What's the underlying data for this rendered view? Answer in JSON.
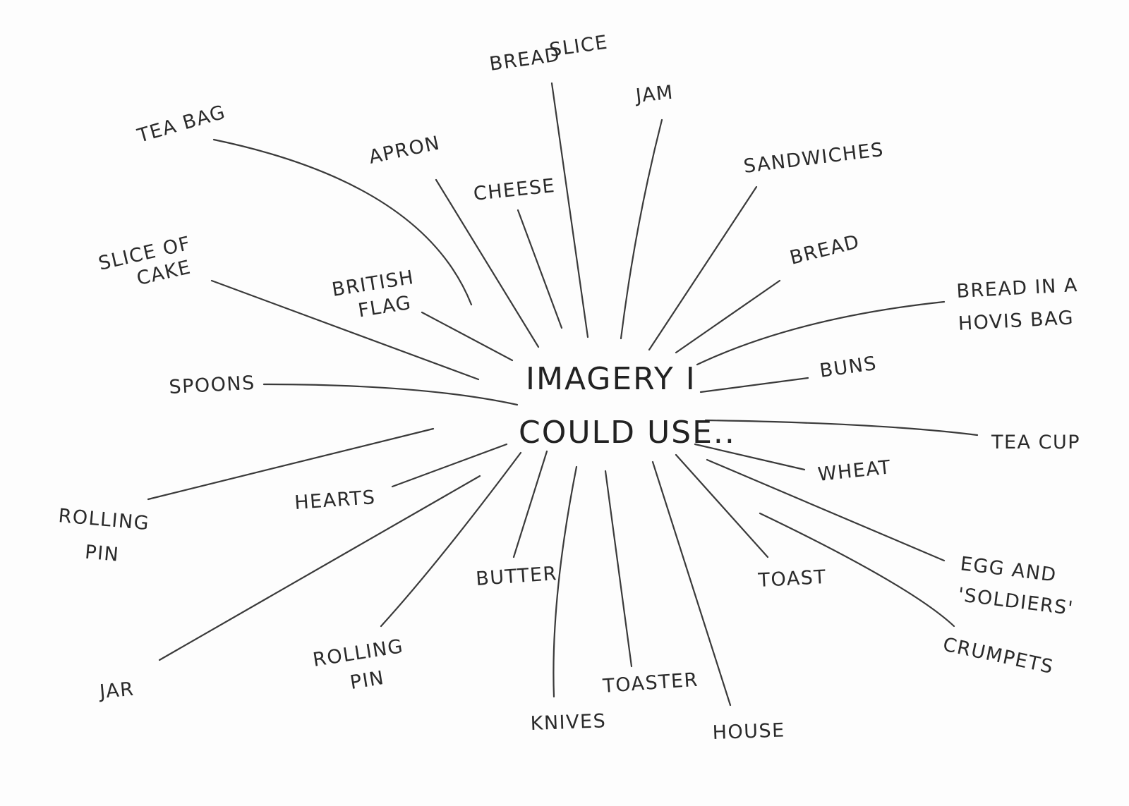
{
  "center": {
    "line1": "IMAGERY I",
    "line2": "COULD USE.."
  },
  "ideas": [
    {
      "id": "bread-slice",
      "lines": [
        "BREAD",
        "SLICE"
      ]
    },
    {
      "id": "jam",
      "lines": [
        "JAM"
      ]
    },
    {
      "id": "tea-bag",
      "lines": [
        "TEA BAG"
      ]
    },
    {
      "id": "apron",
      "lines": [
        "APRON"
      ]
    },
    {
      "id": "cheese",
      "lines": [
        "CHEESE"
      ]
    },
    {
      "id": "sandwiches",
      "lines": [
        "SANDWICHES"
      ]
    },
    {
      "id": "slice-of-cake",
      "lines": [
        "SLICE OF",
        "CAKE"
      ]
    },
    {
      "id": "british-flag",
      "lines": [
        "BRITISH",
        "FLAG"
      ]
    },
    {
      "id": "bread",
      "lines": [
        "BREAD"
      ]
    },
    {
      "id": "bread-in-a-hovis-bag",
      "lines": [
        "BREAD IN A",
        "HOVIS BAG"
      ]
    },
    {
      "id": "buns",
      "lines": [
        "BUNS"
      ]
    },
    {
      "id": "spoons",
      "lines": [
        "SPOONS"
      ]
    },
    {
      "id": "tea-cup",
      "lines": [
        "TEA CUP"
      ]
    },
    {
      "id": "wheat",
      "lines": [
        "WHEAT"
      ]
    },
    {
      "id": "rolling-pin-left",
      "lines": [
        "ROLLING",
        "PIN"
      ]
    },
    {
      "id": "hearts",
      "lines": [
        "HEARTS"
      ]
    },
    {
      "id": "egg-and-soldiers",
      "lines": [
        "EGG AND",
        "'SOLDIERS'"
      ]
    },
    {
      "id": "butter",
      "lines": [
        "BUTTER"
      ]
    },
    {
      "id": "toast",
      "lines": [
        "TOAST"
      ]
    },
    {
      "id": "crumpets",
      "lines": [
        "CRUMPETS"
      ]
    },
    {
      "id": "jar",
      "lines": [
        "JAR"
      ]
    },
    {
      "id": "rolling-pin-bottom",
      "lines": [
        "ROLLING",
        "PIN"
      ]
    },
    {
      "id": "toaster",
      "lines": [
        "TOASTER"
      ]
    },
    {
      "id": "knives",
      "lines": [
        "KNIVES"
      ]
    },
    {
      "id": "house",
      "lines": [
        "HOUSE"
      ]
    }
  ]
}
